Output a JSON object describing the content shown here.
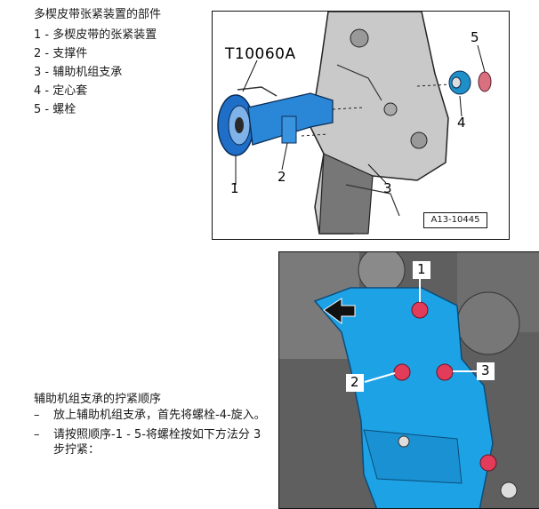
{
  "parts": {
    "title": "多楔皮带张紧装置的部件",
    "items": [
      "1 - 多楔皮带的张紧装置",
      "2 - 支撑件",
      "3 - 辅助机组支承",
      "4 - 定心套",
      "5 - 螺栓"
    ]
  },
  "figure1": {
    "tool": "T10060A",
    "callouts": [
      "1",
      "2",
      "3",
      "4",
      "5"
    ],
    "id": "A13-10445"
  },
  "figure2": {
    "callouts": [
      "1",
      "2",
      "3"
    ]
  },
  "sequence": {
    "title": "辅助机组支承的拧紧顺序",
    "steps": [
      "放上辅助机组支承，首先将螺栓-4-旋入。",
      "请按照顺序-1 - 5-将螺栓按如下方法分 3 步拧紧："
    ],
    "bullet": "–"
  }
}
